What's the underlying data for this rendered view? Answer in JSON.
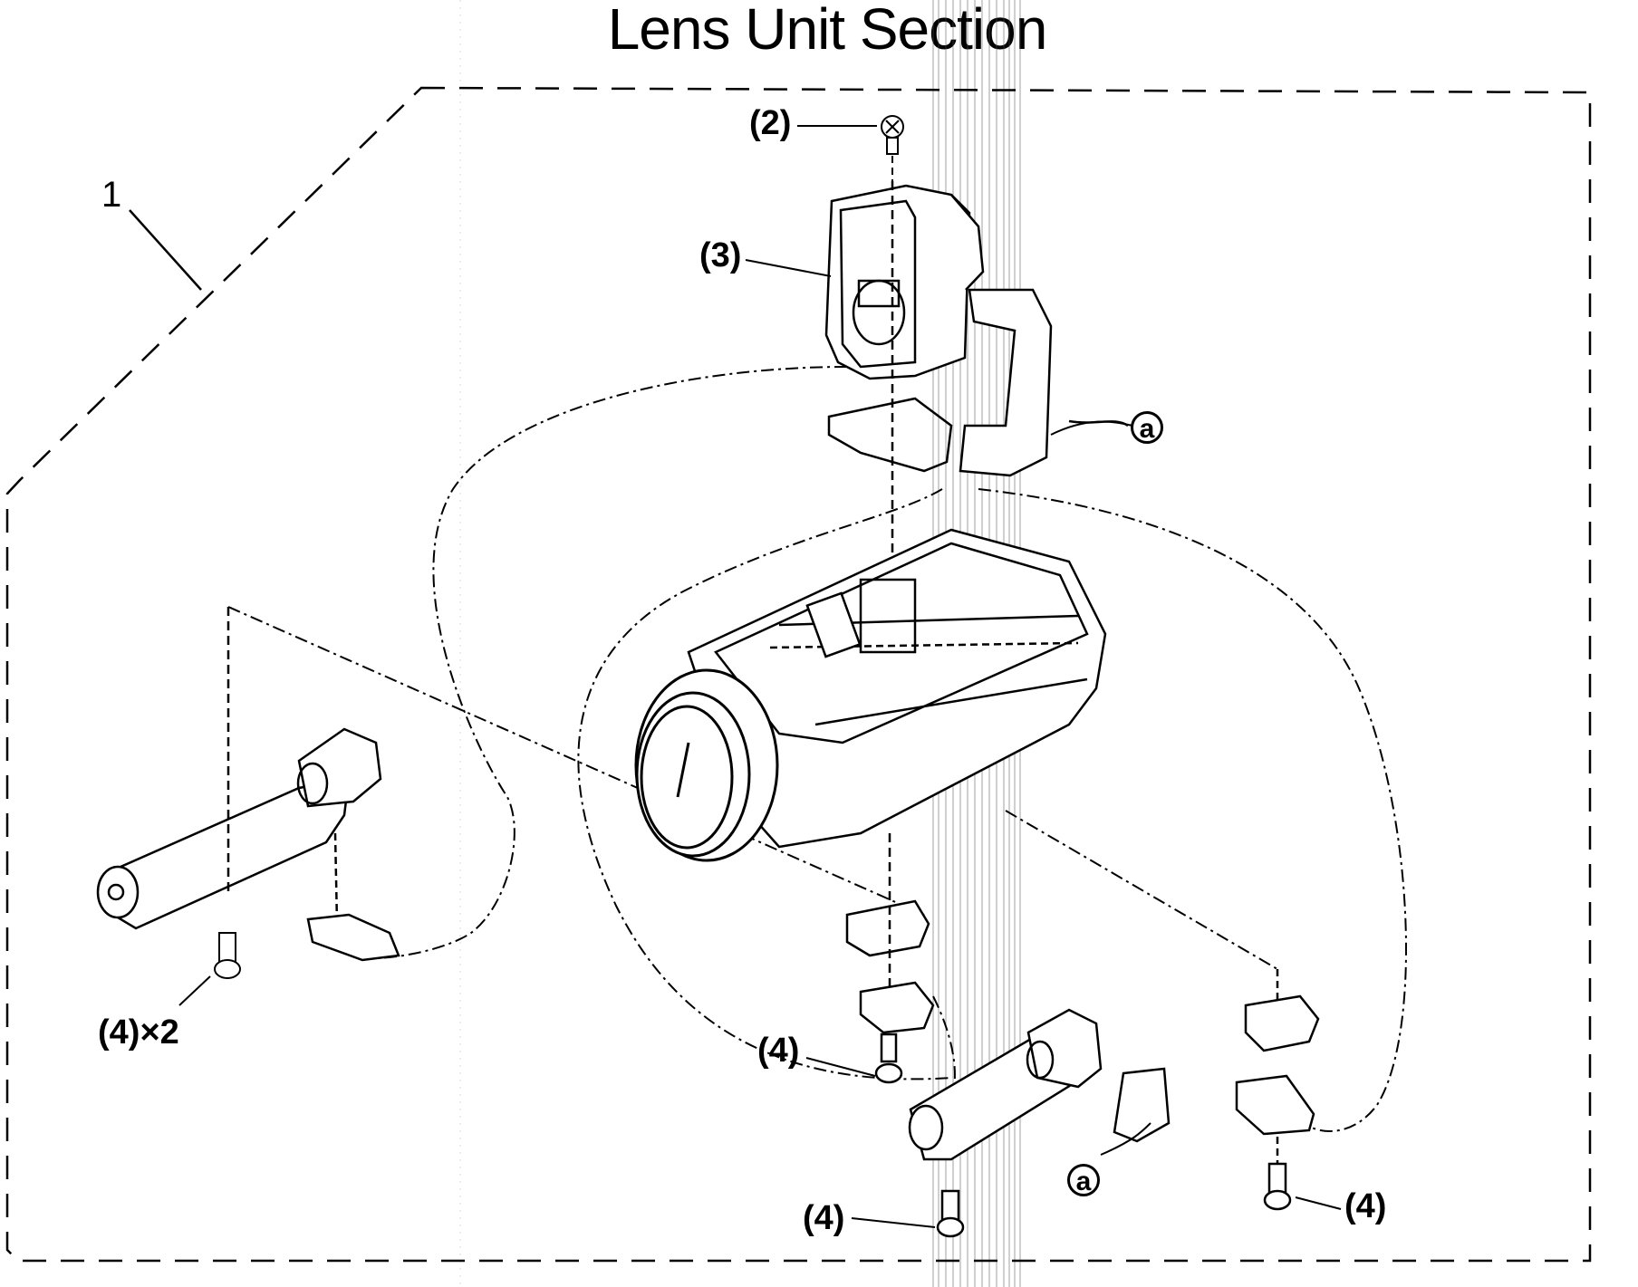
{
  "title": "Lens Unit Section",
  "labels": {
    "assembly": "1",
    "part_2": "(2)",
    "part_3": "(3)",
    "part_4_x2": "(4)×2",
    "part_4_mid": "(4)",
    "part_4_bottom": "(4)",
    "part_4_right": "(4)"
  },
  "callouts": {
    "a_top": "a",
    "a_bottom": "a"
  }
}
